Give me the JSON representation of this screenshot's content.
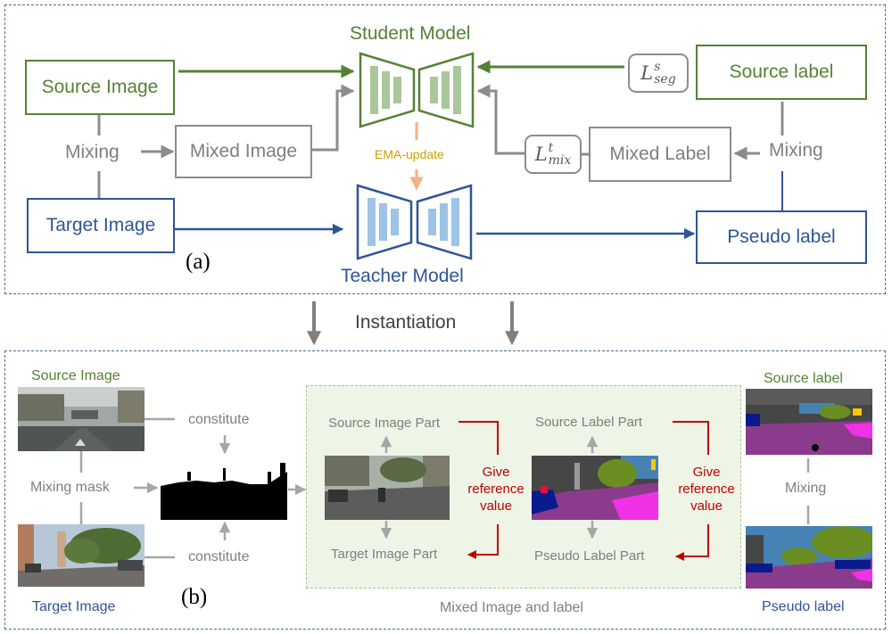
{
  "panel_a": {
    "student_model": "Student Model",
    "teacher_model": "Teacher Model",
    "source_image": "Source Image",
    "target_image": "Target Image",
    "mixed_image": "Mixed Image",
    "mixing_left": "Mixing",
    "mixing_right": "Mixing",
    "source_label": "Source label",
    "pseudo_label": "Pseudo label",
    "mixed_label": "Mixed Label",
    "ema_update": "EMA-update",
    "loss_seg": {
      "base": "L",
      "sup": "s",
      "sub": "seg"
    },
    "loss_mix": {
      "base": "L",
      "sup": "t",
      "sub": "mix"
    },
    "tag": "(a)"
  },
  "instantiation": "Instantiation",
  "panel_b": {
    "source_image": "Source Image",
    "target_image": "Target Image",
    "mixing_mask": "Mixing mask",
    "constitute_top": "constitute",
    "constitute_bottom": "constitute",
    "source_image_part": "Source Image Part",
    "target_image_part": "Target Image Part",
    "source_label_part": "Source Label Part",
    "pseudo_label_part": "Pseudo Label Part",
    "give_ref_1": [
      "Give",
      "reference",
      "value"
    ],
    "give_ref_2": [
      "Give",
      "reference",
      "value"
    ],
    "source_label": "Source label",
    "pseudo_label": "Pseudo label",
    "mixing": "Mixing",
    "mixed_caption": "Mixed Image and  label",
    "tag": "(b)"
  },
  "colors": {
    "green": "#548235",
    "blue": "#2f5597",
    "gray": "#7f7f7f",
    "orange": "#f4b183",
    "ema_text": "#c9a000",
    "red": "#c00000",
    "student_fill": "#a9c79a",
    "teacher_fill": "#9dc3e6",
    "mixed_panel_bg": "#eef5e6"
  }
}
